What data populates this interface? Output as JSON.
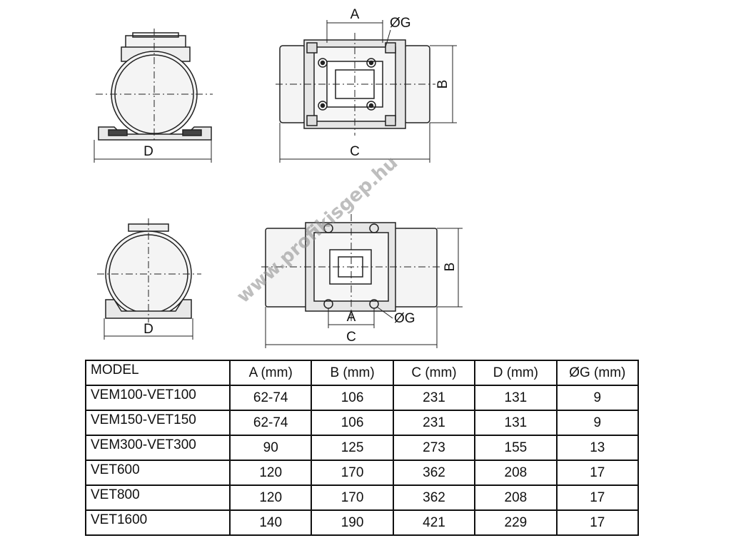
{
  "drawing": {
    "labels": {
      "a": "A",
      "b": "B",
      "c": "C",
      "d": "D",
      "g": "ØG"
    },
    "watermark": "www.profikisgep.hu"
  },
  "table": {
    "headers": [
      "MODEL",
      "A (mm)",
      "B (mm)",
      "C (mm)",
      "D (mm)",
      "ØG (mm)"
    ],
    "rows": [
      [
        "VEM100-VET100",
        "62-74",
        "106",
        "231",
        "131",
        "9"
      ],
      [
        "VEM150-VET150",
        "62-74",
        "106",
        "231",
        "131",
        "9"
      ],
      [
        "VEM300-VET300",
        "90",
        "125",
        "273",
        "155",
        "13"
      ],
      [
        "VET600",
        "120",
        "170",
        "362",
        "208",
        "17"
      ],
      [
        "VET800",
        "120",
        "170",
        "362",
        "208",
        "17"
      ],
      [
        "VET1600",
        "140",
        "190",
        "421",
        "229",
        "17"
      ]
    ]
  }
}
